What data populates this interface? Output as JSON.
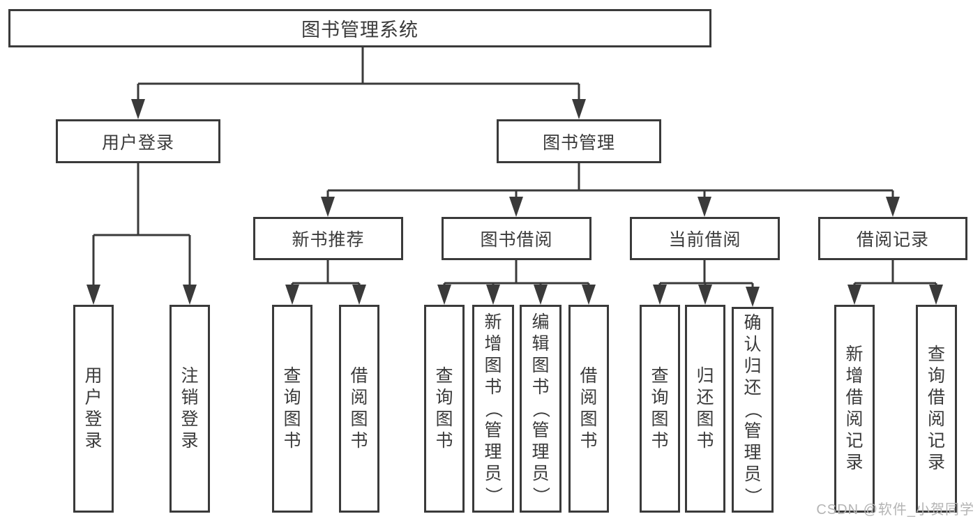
{
  "diagram": {
    "root": {
      "label": "图书管理系统"
    },
    "level2": [
      {
        "label": "用户登录"
      },
      {
        "label": "图书管理"
      }
    ],
    "level3": [
      {
        "label": "新书推荐"
      },
      {
        "label": "图书借阅"
      },
      {
        "label": "当前借阅"
      },
      {
        "label": "借阅记录"
      }
    ],
    "leaves": [
      {
        "label": "用户登录"
      },
      {
        "label": "注销登录"
      },
      {
        "label": "查询图书"
      },
      {
        "label": "借阅图书"
      },
      {
        "label": "查询图书"
      },
      {
        "label": "新增图书（管理员）"
      },
      {
        "label": "编辑图书（管理员）"
      },
      {
        "label": "借阅图书"
      },
      {
        "label": "查询图书"
      },
      {
        "label": "归还图书"
      },
      {
        "label": "确认归还（管理员）"
      },
      {
        "label": "新增借阅记录"
      },
      {
        "label": "查询借阅记录"
      }
    ]
  },
  "watermark": {
    "text": "CSDN @软件_小贺同学"
  },
  "colors": {
    "line": "#3a3a3a",
    "text": "#3a3a3a",
    "background": "#ffffff",
    "watermark": "#b4b4b4"
  }
}
